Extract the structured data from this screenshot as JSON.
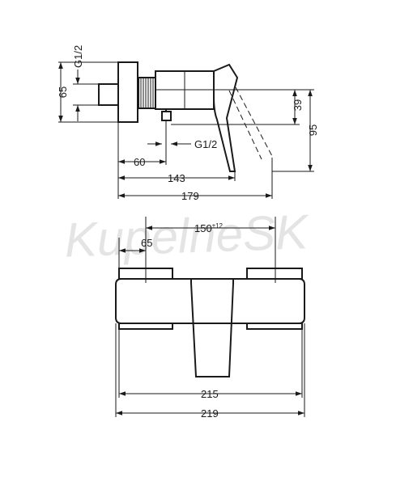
{
  "watermark": "KupelneSK",
  "side_view": {
    "dim_thread_top": "G1/2",
    "dim_height_65": "65",
    "dim_39": "39",
    "dim_95": "95",
    "dim_thread_bottom": "G1/2",
    "dim_60": "60",
    "dim_143": "143",
    "dim_179": "179"
  },
  "front_view": {
    "dim_150_value": "150",
    "dim_150_tolerance": "±12",
    "dim_65": "65",
    "dim_215": "215",
    "dim_219": "219"
  },
  "colors": {
    "line": "#1a1a1a",
    "watermark": "#e4e4e4"
  }
}
